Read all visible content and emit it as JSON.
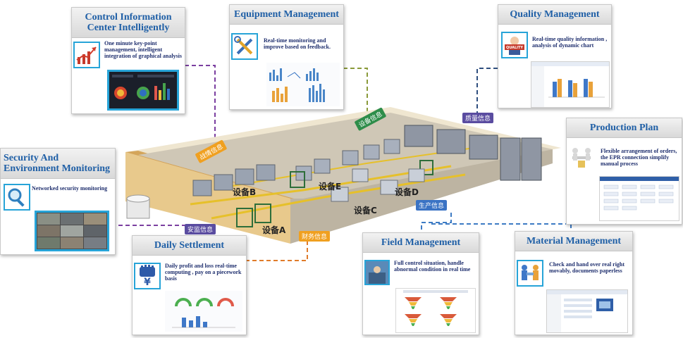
{
  "cards": {
    "control_info": {
      "title": "Control Information Center Intelligently",
      "desc": "One minute key-point management, intelligent integration of graphical analysis"
    },
    "equipment": {
      "title": "Equipment Management",
      "desc": "Real-time monitoring and improve based on feedback."
    },
    "quality": {
      "title": "Quality Management",
      "desc": "Real-time quality information , analysis of dynamic chart",
      "icon_text": "QUALITY"
    },
    "production": {
      "title": "Production Plan",
      "desc": "Flexible arrangement of orders, the EPR connection simplify manual process"
    },
    "security": {
      "title": "Security And Environment Monitoring",
      "desc": "Networked security monitoring"
    },
    "daily": {
      "title": "Daily Settlement",
      "desc": "Daily profit and loss real-time computing , pay on a piecework basis",
      "icon_symbol": "¥"
    },
    "field": {
      "title": "Field Management",
      "desc": "Full control situation, handle abnormal condition in real time"
    },
    "material": {
      "title": "Material Management",
      "desc": "Check and hand over real right movably, documents paperless"
    }
  },
  "factory_tags": {
    "battle_info": "战情信息",
    "equipment_info": "设备信息",
    "quality_info": "质量信息",
    "production_info": "生产信息",
    "security_info": "安监信息",
    "finance_info": "财务信息"
  },
  "factory_labels": {
    "device_a": "设备A",
    "device_b": "设备B",
    "device_c": "设备C",
    "device_d": "设备D",
    "device_e": "设备E"
  },
  "colors": {
    "accent": "#27a4d8",
    "title": "#1f5fa6",
    "conn_purple": "#7b3fa0",
    "conn_olive": "#8a9a3a",
    "conn_navy": "#2f4f7f",
    "conn_orange": "#e07b2a",
    "conn_blue": "#3d7bc4",
    "floor": "#cfc7b6",
    "wall": "#e8c98c"
  }
}
